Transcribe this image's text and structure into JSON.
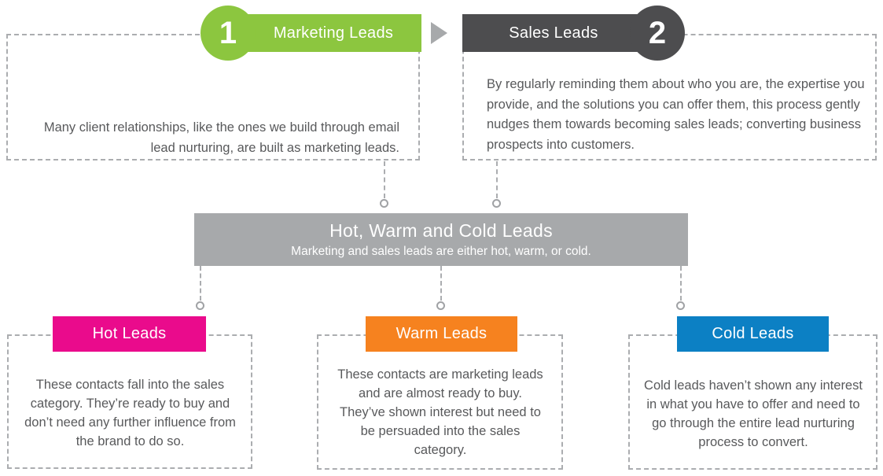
{
  "colors": {
    "green": "#8CC63F",
    "dark_gray": "#4D4D4F",
    "banner_gray": "#A7A9AB",
    "magenta": "#EA0B8C",
    "orange": "#F6821F",
    "blue": "#0C80C4",
    "body_text": "#58595B",
    "dash_gray": "#ABADB0"
  },
  "steps": [
    {
      "number": "1",
      "label": "Marketing Leads",
      "description": "Many client relationships, like the ones we build through email lead nurturing, are built as marketing leads.",
      "color": "#8CC63F"
    },
    {
      "number": "2",
      "label": "Sales Leads",
      "description": "By regularly reminding them about who you are, the expertise you provide, and the solutions you can offer them, this process gently nudges them towards becoming sales leads; converting business prospects into customers.",
      "color": "#4D4D4F"
    }
  ],
  "banner": {
    "title": "Hot, Warm and Cold Leads",
    "subtitle": "Marketing and sales leads are either hot, warm, or cold.",
    "color": "#A7A9AB"
  },
  "categories": [
    {
      "label": "Hot Leads",
      "color": "#EA0B8C",
      "description": "These contacts fall into the sales category. They’re ready to buy and don’t need any further influence from the brand to do so."
    },
    {
      "label": "Warm Leads",
      "color": "#F6821F",
      "description": "These contacts are marketing leads and are almost ready to buy. They’ve shown interest but need to be persuaded into the sales category."
    },
    {
      "label": "Cold Leads",
      "color": "#0C80C4",
      "description": "Cold leads haven’t shown any interest in what you have to offer and need to go through the entire lead nurturing process to convert."
    }
  ]
}
